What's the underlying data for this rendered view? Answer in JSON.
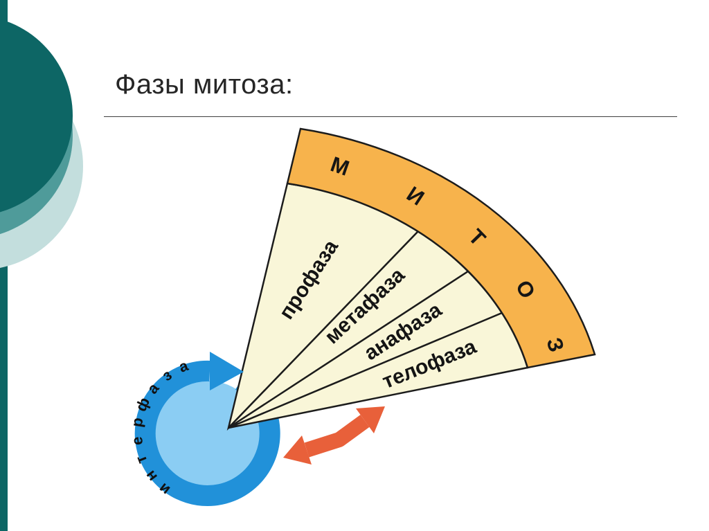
{
  "slide": {
    "title": "Фазы митоза:"
  },
  "decor": {
    "teal_dark": "#0d6665",
    "teal_mid": "#4f9b9a",
    "teal_pale": "#c3dedd"
  },
  "diagram": {
    "mitosis_word": "МИТОЗ",
    "mitosis_letters": [
      "М",
      "И",
      "Т",
      "О",
      "З"
    ],
    "phases": [
      {
        "label": "профаза"
      },
      {
        "label": "метафаза"
      },
      {
        "label": "анафаза"
      },
      {
        "label": "телофаза"
      }
    ],
    "interphase_word": "интерфаза",
    "interphase_letters": [
      "и",
      "н",
      "т",
      "е",
      "р",
      "ф",
      "а",
      "з",
      "а"
    ],
    "colors": {
      "sector_fill": "#f9f6d8",
      "band_fill": "#f7b34c",
      "outline": "#1c1c1c",
      "ring_blue": "#2191d9",
      "disc_blue": "#8bcdf3",
      "cycle_arrow_coral": "#e8603a"
    }
  }
}
